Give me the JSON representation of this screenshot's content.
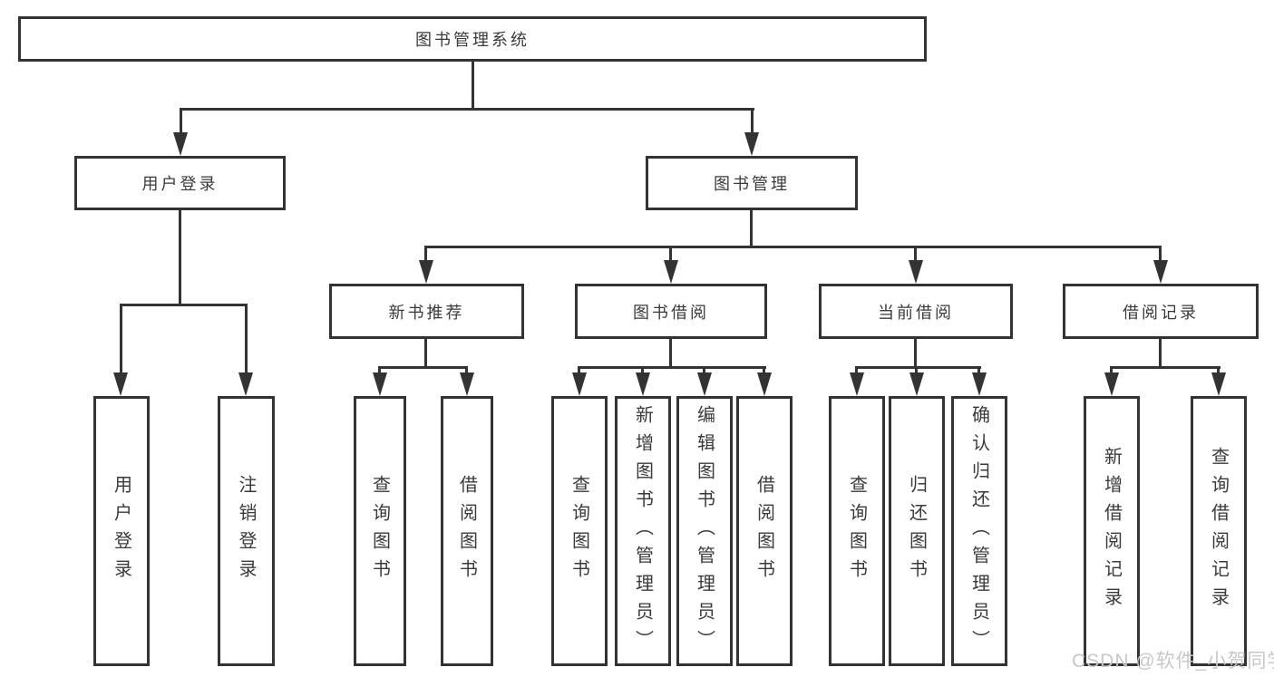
{
  "watermark": "CSDN @软件_小贺同学",
  "colors": {
    "line": "#333333",
    "text": "#3a3a3a",
    "watermark": "#c8c8c8",
    "background": "#ffffff"
  },
  "nodes": {
    "root": "图书管理系统",
    "user_login": "用户登录",
    "book_management": "图书管理",
    "level3": [
      "新书推荐",
      "图书借阅",
      "当前借阅",
      "借阅记录"
    ],
    "login_leaves": [
      "用户登录",
      "注销登录"
    ],
    "recommend_leaves": [
      "查询图书",
      "借阅图书"
    ],
    "borrow_leaves": [
      "查询图书",
      "新增图书（管理员）",
      "编辑图书（管理员）",
      "借阅图书"
    ],
    "current_leaves": [
      "查询图书",
      "归还图书",
      "确认归还（管理员）"
    ],
    "record_leaves": [
      "新增借阅记录",
      "查询借阅记录"
    ]
  }
}
